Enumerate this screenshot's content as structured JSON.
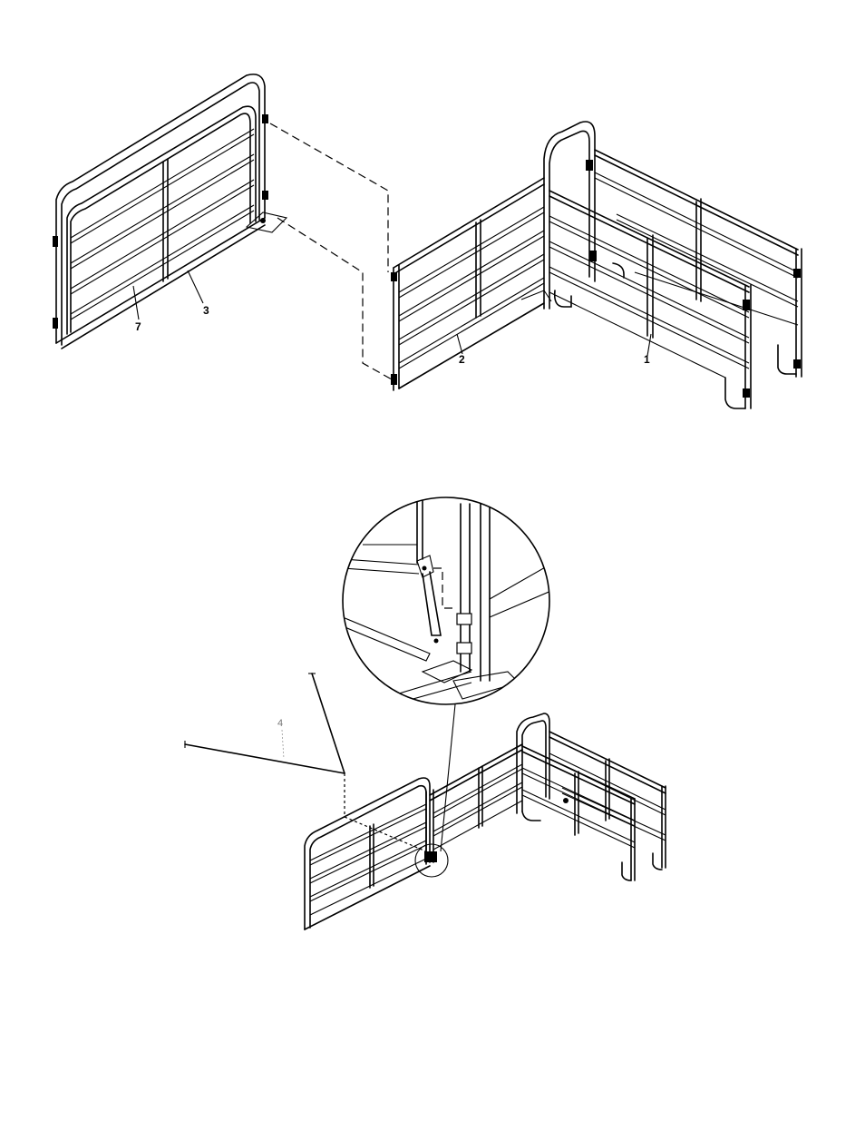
{
  "labels": {
    "part_7": "7",
    "part_3": "3",
    "part_2": "2",
    "part_1": "1",
    "part_4": "4"
  },
  "colors": {
    "line": "#000000",
    "background": "#ffffff",
    "faint_label": "#777777"
  }
}
